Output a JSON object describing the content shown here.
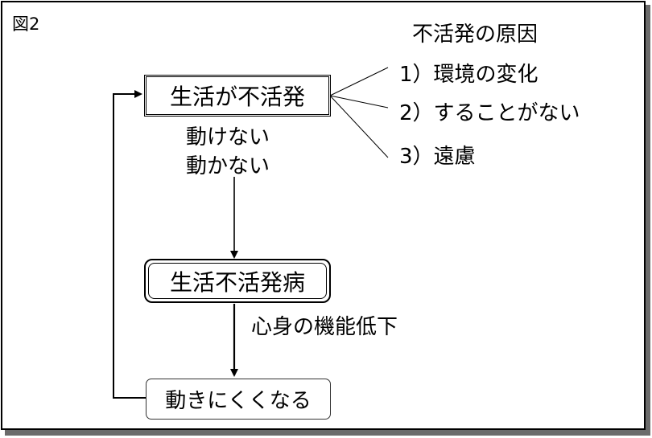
{
  "figure_label": "図2",
  "causes": {
    "title": "不活発の原因",
    "items": [
      "1）環境の変化",
      "2）することがない",
      "3）遠慮"
    ]
  },
  "boxes": {
    "inactive_life": "生活が不活発",
    "disuse_syndrome": "生活不活発病",
    "hard_to_move": "動きにくくなる"
  },
  "labels": {
    "cannot_move": "動けない",
    "do_not_move": "動かない",
    "body_function_decline": "心身の機能低下"
  }
}
